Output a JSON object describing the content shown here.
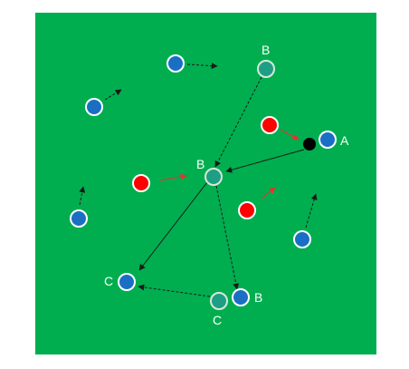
{
  "colors": {
    "pitch": "#00AE4F",
    "player_blue": "#1A6FC4",
    "player_teal": "#1F9E86",
    "player_red": "#FF0000",
    "ball": "#000000",
    "line": "#1A1A1A",
    "arrow_red": "#E8322C",
    "label": "#FFFFFF"
  },
  "labels": {
    "b_top": "B",
    "a": "A",
    "b_center": "B",
    "c_left": "C",
    "b_bottom": "B",
    "c_bottom": "C"
  }
}
